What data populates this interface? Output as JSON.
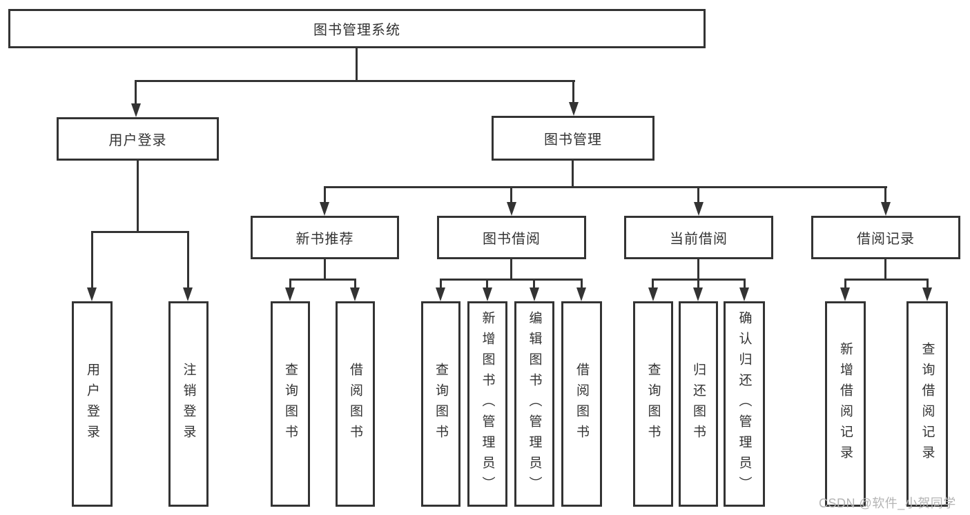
{
  "diagram": {
    "title": "图书管理系统",
    "tree": {
      "root": {
        "label": "图书管理系统"
      },
      "branches": [
        {
          "label": "用户登录",
          "children": [
            {
              "label": "用户登录"
            },
            {
              "label": "注销登录"
            }
          ]
        },
        {
          "label": "图书管理",
          "children": [
            {
              "label": "新书推荐",
              "children": [
                {
                  "label": "查询图书"
                },
                {
                  "label": "借阅图书"
                }
              ]
            },
            {
              "label": "图书借阅",
              "children": [
                {
                  "label": "查询图书"
                },
                {
                  "label": "新增图书（管理员）"
                },
                {
                  "label": "编辑图书（管理员）"
                },
                {
                  "label": "借阅图书"
                }
              ]
            },
            {
              "label": "当前借阅",
              "children": [
                {
                  "label": "查询图书"
                },
                {
                  "label": "归还图书"
                },
                {
                  "label": "确认归还（管理员）"
                }
              ]
            },
            {
              "label": "借阅记录",
              "children": [
                {
                  "label": "新增借阅记录"
                },
                {
                  "label": "查询借阅记录"
                }
              ]
            }
          ]
        }
      ]
    },
    "watermark": {
      "text": "CSDN @软件_小贺同学",
      "color": "#b4b4b4"
    },
    "colors": {
      "line": "#333333",
      "text": "#333333",
      "box_background": "#ffffff",
      "page_background": "#ffffff"
    }
  }
}
